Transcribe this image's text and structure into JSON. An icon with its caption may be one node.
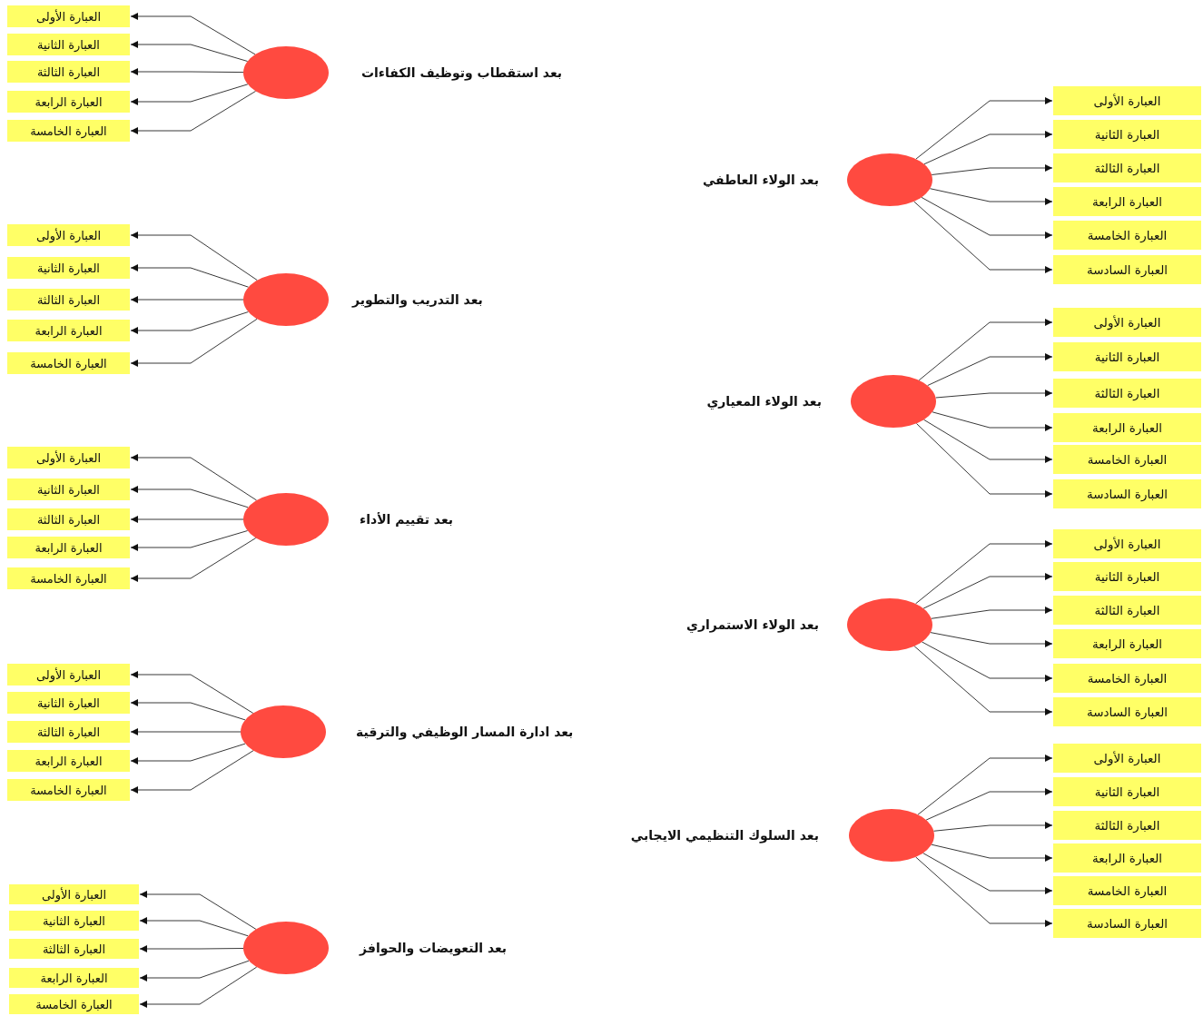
{
  "diagram": {
    "nodes": [
      {
        "text": [],
        "shape": "circle",
        "beside": [
          "بعد استقطاب وتوظيف الكفاءات"
        ]
      },
      {
        "text": [
          "العبارة الأولى"
        ]
      },
      {
        "text": [
          "العبارة الثانية"
        ]
      },
      {
        "text": [
          "العبارة الثالثة"
        ]
      },
      {
        "text": [
          "العبارة الرابعة"
        ]
      },
      {
        "text": [
          "العبارة الخامسة"
        ]
      },
      {
        "text": [],
        "shape": "circle",
        "beside": [
          "بعد التدريب والتطوير"
        ]
      },
      {
        "text": [
          "العبارة الأولى"
        ]
      },
      {
        "text": [
          "العبارة الثانية"
        ]
      },
      {
        "text": [
          "العبارة الثالثة"
        ]
      },
      {
        "text": [
          "العبارة الرابعة"
        ]
      },
      {
        "text": [
          "العبارة الخامسة"
        ]
      },
      {
        "text": [],
        "shape": "circle",
        "beside": [
          "بعد تقييم الأداء"
        ]
      },
      {
        "text": [
          "العبارة الأولى"
        ]
      },
      {
        "text": [
          "العبارة الثانية"
        ]
      },
      {
        "text": [
          "العبارة الثالثة"
        ]
      },
      {
        "text": [
          "العبارة الرابعة"
        ]
      },
      {
        "text": [
          "العبارة الخامسة"
        ]
      },
      {
        "text": [],
        "shape": "circle",
        "beside": [
          "بعد ادارة المسار الوظيفي والترقية"
        ]
      },
      {
        "text": [
          "العبارة الأولى"
        ]
      },
      {
        "text": [
          "العبارة الثانية"
        ]
      },
      {
        "text": [
          "العبارة الثالثة"
        ]
      },
      {
        "text": [
          "العبارة الرابعة"
        ]
      },
      {
        "text": [
          "العبارة الخامسة"
        ]
      },
      {
        "text": [],
        "shape": "circle",
        "beside": [
          "بعد التعويضات والحوافز"
        ]
      },
      {
        "text": [
          "العبارة الأولى"
        ]
      },
      {
        "text": [
          "العبارة الثانية"
        ]
      },
      {
        "text": [
          "العبارة الثالثة"
        ]
      },
      {
        "text": [
          "العبارة الرابعة"
        ]
      },
      {
        "text": [
          "العبارة الخامسة"
        ]
      },
      {
        "text": [],
        "shape": "circle",
        "beside": [
          "بعد الولاء العاطفي"
        ]
      },
      {
        "text": [
          "العبارة الأولى"
        ]
      },
      {
        "text": [
          "العبارة الثانية"
        ]
      },
      {
        "text": [
          "العبارة الثالثة"
        ]
      },
      {
        "text": [
          "العبارة الرابعة"
        ]
      },
      {
        "text": [
          "العبارة الخامسة"
        ]
      },
      {
        "text": [
          "العبارة السادسة"
        ]
      },
      {
        "text": [],
        "shape": "circle",
        "beside": [
          "بعد الولاء المعياري"
        ]
      },
      {
        "text": [
          "العبارة الأولى"
        ]
      },
      {
        "text": [
          "العبارة الثانية"
        ]
      },
      {
        "text": [
          "العبارة الثالثة"
        ]
      },
      {
        "text": [
          "العبارة الرابعة"
        ]
      },
      {
        "text": [
          "العبارة الخامسة"
        ]
      },
      {
        "text": [
          "العبارة السادسة"
        ]
      },
      {
        "text": [],
        "shape": "circle",
        "beside": [
          "بعد الولاء الاستمراري"
        ]
      },
      {
        "text": [
          "العبارة الأولى"
        ]
      },
      {
        "text": [
          "العبارة الثانية"
        ]
      },
      {
        "text": [
          "العبارة الثالثة"
        ]
      },
      {
        "text": [
          "العبارة الرابعة"
        ]
      },
      {
        "text": [
          "العبارة الخامسة"
        ]
      },
      {
        "text": [
          "العبارة السادسة"
        ]
      },
      {
        "text": [],
        "shape": "circle",
        "beside": [
          "بعد السلوك التنظيمي الايجابي"
        ]
      },
      {
        "text": [
          "العبارة الأولى"
        ]
      },
      {
        "text": [
          "العبارة الثانية"
        ]
      },
      {
        "text": [
          "العبارة الثالثة"
        ]
      },
      {
        "text": [
          "العبارة الرابعة"
        ]
      },
      {
        "text": [
          "العبارة الخامسة"
        ]
      },
      {
        "text": [
          "العبارة السادسة"
        ]
      }
    ],
    "edges": [
      {
        "from": 0,
        "to": 1,
        "arrow": "to"
      },
      {
        "from": 0,
        "to": 2,
        "arrow": "to"
      },
      {
        "from": 0,
        "to": 3,
        "arrow": "to"
      },
      {
        "from": 0,
        "to": 4,
        "arrow": "to"
      },
      {
        "from": 0,
        "to": 5,
        "arrow": "to"
      },
      {
        "from": 6,
        "to": 7,
        "arrow": "to"
      },
      {
        "from": 6,
        "to": 8,
        "arrow": "to"
      },
      {
        "from": 6,
        "to": 9,
        "arrow": "to"
      },
      {
        "from": 6,
        "to": 10,
        "arrow": "to"
      },
      {
        "from": 6,
        "to": 11,
        "arrow": "to"
      },
      {
        "from": 12,
        "to": 13,
        "arrow": "to"
      },
      {
        "from": 12,
        "to": 14,
        "arrow": "to"
      },
      {
        "from": 12,
        "to": 15,
        "arrow": "to"
      },
      {
        "from": 12,
        "to": 16,
        "arrow": "to"
      },
      {
        "from": 12,
        "to": 17,
        "arrow": "to"
      },
      {
        "from": 18,
        "to": 19,
        "arrow": "to"
      },
      {
        "from": 18,
        "to": 20,
        "arrow": "to"
      },
      {
        "from": 18,
        "to": 21,
        "arrow": "to"
      },
      {
        "from": 18,
        "to": 22,
        "arrow": "to"
      },
      {
        "from": 18,
        "to": 23,
        "arrow": "to"
      },
      {
        "from": 24,
        "to": 25,
        "arrow": "to"
      },
      {
        "from": 24,
        "to": 26,
        "arrow": "to"
      },
      {
        "from": 24,
        "to": 27,
        "arrow": "to"
      },
      {
        "from": 24,
        "to": 28,
        "arrow": "to"
      },
      {
        "from": 24,
        "to": 29,
        "arrow": "to"
      },
      {
        "from": 30,
        "to": 31,
        "arrow": "to"
      },
      {
        "from": 30,
        "to": 32,
        "arrow": "to"
      },
      {
        "from": 30,
        "to": 33,
        "arrow": "to"
      },
      {
        "from": 30,
        "to": 34,
        "arrow": "to"
      },
      {
        "from": 30,
        "to": 35,
        "arrow": "to"
      },
      {
        "from": 30,
        "to": 36,
        "arrow": "to"
      },
      {
        "from": 37,
        "to": 38,
        "arrow": "to"
      },
      {
        "from": 37,
        "to": 39,
        "arrow": "to"
      },
      {
        "from": 37,
        "to": 40,
        "arrow": "to"
      },
      {
        "from": 37,
        "to": 41,
        "arrow": "to"
      },
      {
        "from": 37,
        "to": 42,
        "arrow": "to"
      },
      {
        "from": 37,
        "to": 43,
        "arrow": "to"
      },
      {
        "from": 44,
        "to": 45,
        "arrow": "to"
      },
      {
        "from": 44,
        "to": 46,
        "arrow": "to"
      },
      {
        "from": 44,
        "to": 47,
        "arrow": "to"
      },
      {
        "from": 44,
        "to": 48,
        "arrow": "to"
      },
      {
        "from": 44,
        "to": 49,
        "arrow": "to"
      },
      {
        "from": 44,
        "to": 50,
        "arrow": "to"
      },
      {
        "from": 51,
        "to": 52,
        "arrow": "to"
      },
      {
        "from": 51,
        "to": 53,
        "arrow": "to"
      },
      {
        "from": 51,
        "to": 54,
        "arrow": "to"
      },
      {
        "from": 51,
        "to": 55,
        "arrow": "to"
      },
      {
        "from": 51,
        "to": 56,
        "arrow": "to"
      },
      {
        "from": 51,
        "to": 57,
        "arrow": "to"
      }
    ]
  }
}
